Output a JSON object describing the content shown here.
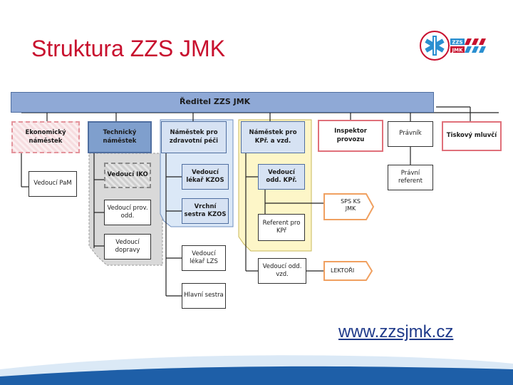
{
  "page": {
    "title": "Struktura ZZS JMK",
    "url": "www.zzsjmk.cz",
    "logo_text_top": "ZZS",
    "logo_text_bottom": "JMK"
  },
  "org": {
    "director": "Ředitel ZZS JMK",
    "economic_deputy": "Ekonomický náměstek",
    "technical_deputy": "Technický náměstek",
    "medical_deputy": "Náměstek pro zdravotní péči",
    "kpr_deputy": "Náměstek pro KPř. a vzd.",
    "inspector": "Inspektor provozu",
    "lawyer": "Právník",
    "spokesperson": "Tiskový mluvčí",
    "head_pam": "Vedoucí PaM",
    "head_iko": "Vedoucí IKO",
    "head_prov": "Vedoucí prov. odd.",
    "head_transport": "Vedoucí dopravy",
    "head_doctor_kzos": "Vedoucí lékař KZOS",
    "head_nurse_kzos": "Vrchní sestra KZOS",
    "head_doctor_lzs": "Vedoucí lékař LZS",
    "chief_nurse": "Hlavní sestra",
    "head_kpr": "Vedoucí odd. KPř.",
    "referent_kpr": "Referent pro KPř",
    "head_edu": "Vedoucí odd. vzd.",
    "legal_referent": "Právní referent",
    "sps_ks": "SPS KS JMK",
    "lecturer": "LEKTOŘI"
  },
  "colors": {
    "title": "#c8102e",
    "header_blue": "#8fa9d6",
    "box_blue": "#7f9fcd",
    "accent_pink": "#e0707a",
    "arrow_orange": "#f0a060",
    "yellow_zone": "#fdf6c8",
    "footer_blue": "#1e5fa8"
  }
}
